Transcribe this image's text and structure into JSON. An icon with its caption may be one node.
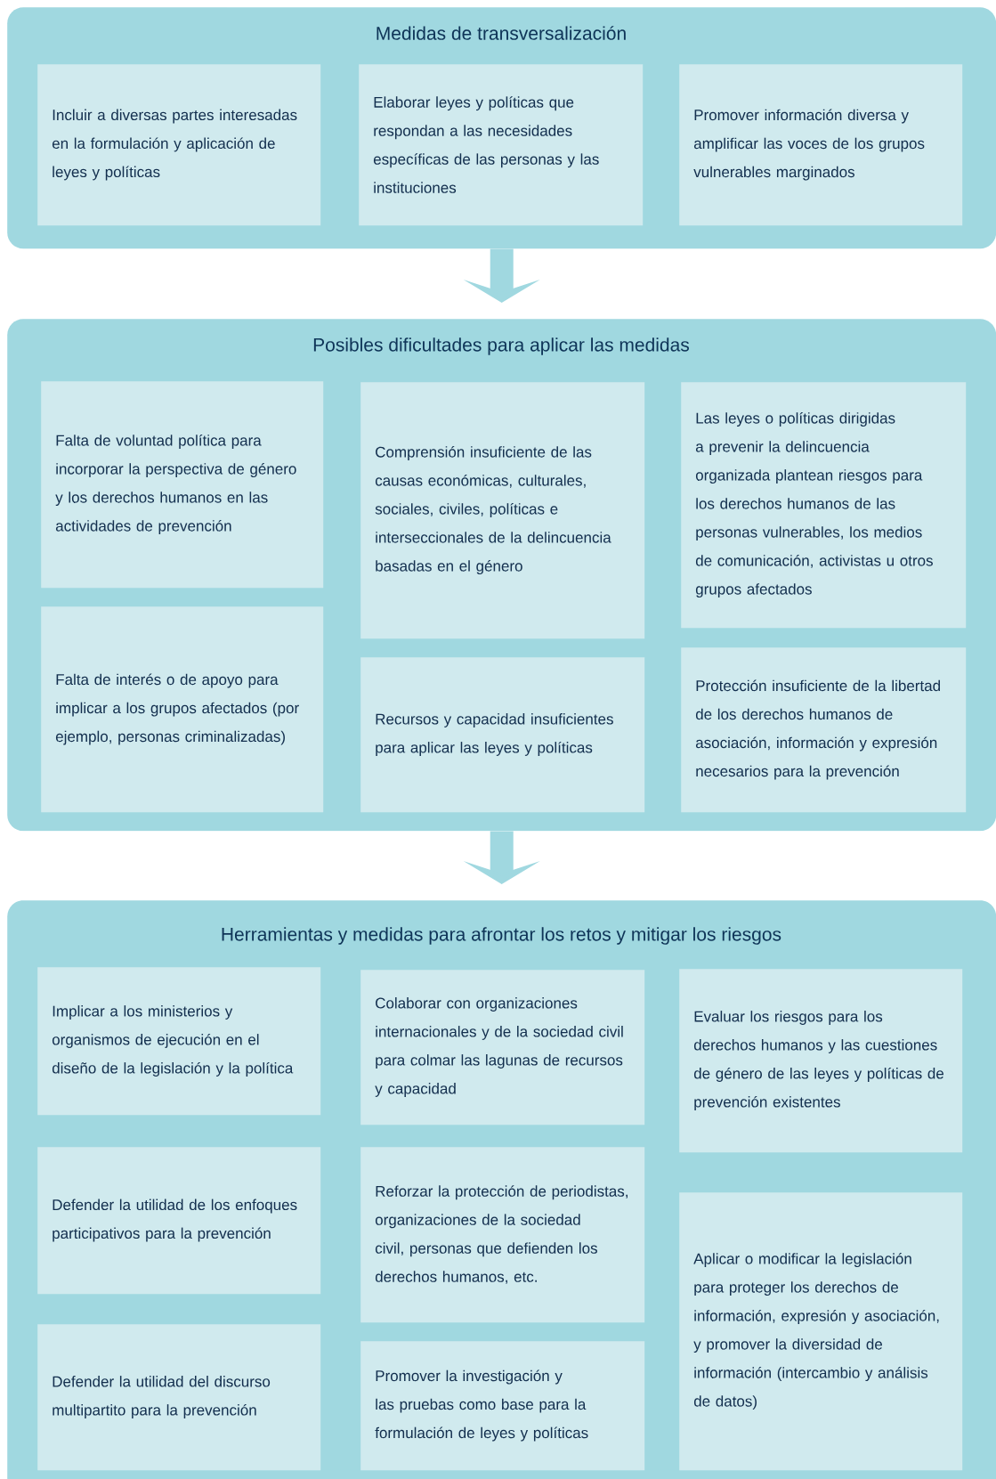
{
  "diagram": {
    "nodes": [
      {
        "text": [
          "Medidas de transversalización"
        ]
      },
      {
        "text": [
          "Incluir a diversas partes interesadas en la formulación y aplicación de leyes y políticas"
        ],
        "in": 0
      },
      {
        "text": [
          "Elaborar leyes y políticas que respondan a las necesidades específicas de las personas y las instituciones"
        ],
        "in": 0
      },
      {
        "text": [
          "Promover información diversa y amplificar las voces de los grupos vulnerables marginados"
        ],
        "in": 0
      },
      {
        "text": [
          "Posibles dificultades para aplicar las medidas"
        ]
      },
      {
        "text": [
          "Falta de voluntad política para incorporar la perspectiva de género y los derechos humanos en las actividades de prevención"
        ],
        "in": 4
      },
      {
        "text": [
          "Comprensión insuficiente de las causas económicas, culturales, sociales, civiles, políticas e interseccionales de la delincuencia basadas en el género"
        ],
        "in": 4
      },
      {
        "text": [
          "Las leyes o políticas dirigidas a prevenir la delincuencia organizada plantean riesgos para los derechos humanos de las personas vulnerables, los medios de comunicación, activistas u otros grupos afectados"
        ],
        "in": 4
      },
      {
        "text": [
          "Falta de interés o de apoyo para implicar a los grupos afectados (por ejemplo, personas criminalizadas)"
        ],
        "in": 4
      },
      {
        "text": [
          "Recursos y capacidad insuficientes para aplicar las leyes y políticas"
        ],
        "in": 4
      },
      {
        "text": [
          "Protección insuficiente de la libertad de los derechos humanos de asociación, información y expresión necesarios para la prevención"
        ],
        "in": 4
      },
      {
        "text": [
          "Herramientas y medidas para afrontar los retos y mitigar los riesgos"
        ]
      },
      {
        "text": [
          "Implicar a los ministerios y organismos de ejecución en el diseño de la legislación y la política"
        ],
        "in": 11
      },
      {
        "text": [
          "Colaborar con organizaciones internacionales y de la sociedad civil para colmar las lagunas de recursos y capacidad"
        ],
        "in": 11
      },
      {
        "text": [
          "Evaluar los riesgos para los derechos humanos y las cuestiones de género de las leyes y políticas de prevención existentes"
        ],
        "in": 11
      },
      {
        "text": [
          "Defender la utilidad de los enfoques participativos para la prevención"
        ],
        "in": 11
      },
      {
        "text": [
          "Reforzar la protección de periodistas, organizaciones de la sociedad civil, personas que defienden los derechos humanos, etc."
        ],
        "in": 11
      },
      {
        "text": [
          "Aplicar o modificar la legislación para proteger los derechos de información, expresión y asociación, y promover la diversidad de información (intercambio y análisis de datos)"
        ],
        "in": 11
      },
      {
        "text": [
          "Defender la utilidad del discurso multipartito para la prevención"
        ],
        "in": 11
      },
      {
        "text": [
          "Promover la investigación y las pruebas como base para la formulación de leyes y políticas"
        ],
        "in": 11
      }
    ],
    "edges": [
      {
        "from": 0,
        "to": 4,
        "arrow": "to"
      },
      {
        "from": 4,
        "to": 11,
        "arrow": "to"
      }
    ]
  }
}
